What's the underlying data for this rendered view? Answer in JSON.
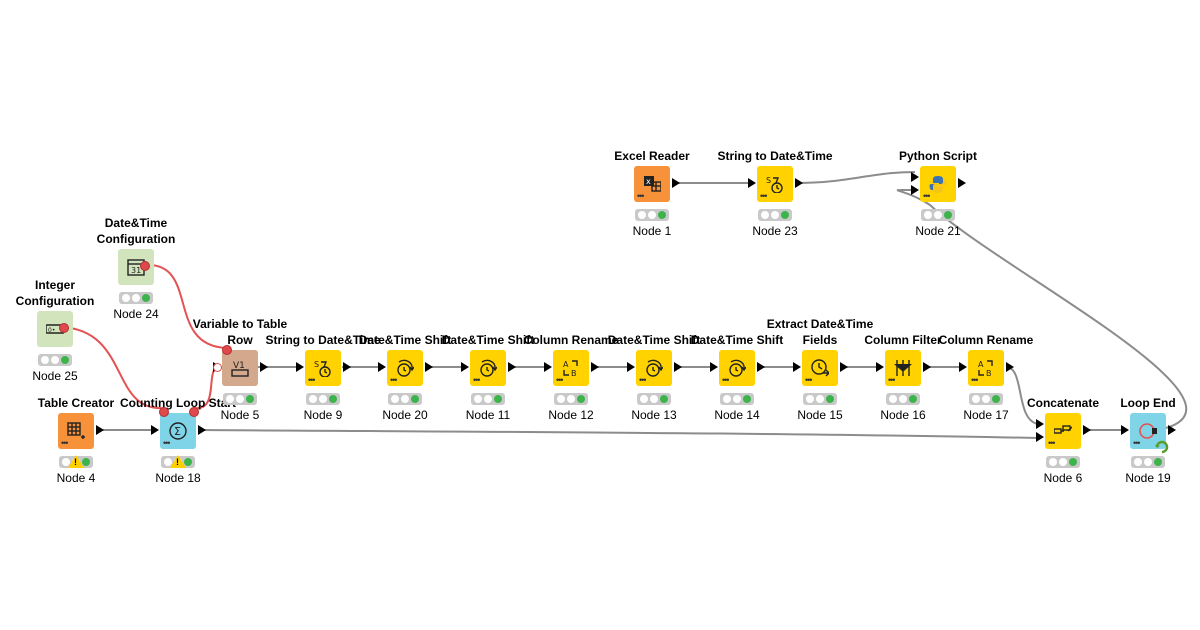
{
  "colors": {
    "source": "#f7923a",
    "manipulator": "#ffd200",
    "loop": "#80d4e8",
    "config": "#d2e4bc",
    "other": "#d4a88c",
    "wire": "#8c8c8c",
    "flow_wire": "#e35354",
    "status_green": "#3cb44b",
    "warning": "#ffd000"
  },
  "nodes": [
    {
      "id": "node1",
      "title": "Excel Reader",
      "label": "Node 1",
      "kind": "source",
      "icon": "excel-reader-icon"
    },
    {
      "id": "node23",
      "title": "String to Date&Time",
      "label": "Node 23",
      "kind": "manipulator",
      "icon": "string-to-datetime-icon"
    },
    {
      "id": "node21",
      "title": "Python Script",
      "label": "Node 21",
      "kind": "manipulator",
      "icon": "python-icon"
    },
    {
      "id": "node24",
      "title": "Date&Time Configuration",
      "label": "Node 24",
      "kind": "config",
      "icon": "calendar-icon"
    },
    {
      "id": "node25",
      "title": "Integer Configuration",
      "label": "Node 25",
      "kind": "config",
      "icon": "integer-input-icon"
    },
    {
      "id": "node4",
      "title": "Table Creator",
      "label": "Node 4",
      "kind": "source",
      "icon": "table-grid-icon"
    },
    {
      "id": "node18",
      "title": "Counting Loop Start",
      "label": "Node 18",
      "kind": "loop",
      "icon": "sigma-icon"
    },
    {
      "id": "node5",
      "title": "Variable to Table Row",
      "label": "Node 5",
      "kind": "other",
      "icon": "variable-table-icon"
    },
    {
      "id": "node9",
      "title": "String to Date&Time",
      "label": "Node 9",
      "kind": "manipulator",
      "icon": "string-to-datetime-icon"
    },
    {
      "id": "node20",
      "title": "Date&Time Shift",
      "label": "Node 20",
      "kind": "manipulator",
      "icon": "clock-shift-icon"
    },
    {
      "id": "node11",
      "title": "Date&Time Shift",
      "label": "Node 11",
      "kind": "manipulator",
      "icon": "clock-shift-icon"
    },
    {
      "id": "node12",
      "title": "Column Rename",
      "label": "Node 12",
      "kind": "manipulator",
      "icon": "column-rename-icon"
    },
    {
      "id": "node13",
      "title": "Date&Time Shift",
      "label": "Node 13",
      "kind": "manipulator",
      "icon": "clock-shift-icon"
    },
    {
      "id": "node14",
      "title": "Date&Time Shift",
      "label": "Node 14",
      "kind": "manipulator",
      "icon": "clock-shift-icon"
    },
    {
      "id": "node15",
      "title": "Extract Date&Time Fields",
      "label": "Node 15",
      "kind": "manipulator",
      "icon": "clock-extract-icon"
    },
    {
      "id": "node16",
      "title": "Column Filter",
      "label": "Node 16",
      "kind": "manipulator",
      "icon": "column-filter-icon"
    },
    {
      "id": "node17",
      "title": "Column Rename",
      "label": "Node 17",
      "kind": "manipulator",
      "icon": "column-rename-icon"
    },
    {
      "id": "node6",
      "title": "Concatenate",
      "label": "Node 6",
      "kind": "manipulator",
      "icon": "concatenate-icon"
    },
    {
      "id": "node19",
      "title": "Loop End",
      "label": "Node 19",
      "kind": "loop",
      "icon": "loop-end-icon"
    }
  ]
}
